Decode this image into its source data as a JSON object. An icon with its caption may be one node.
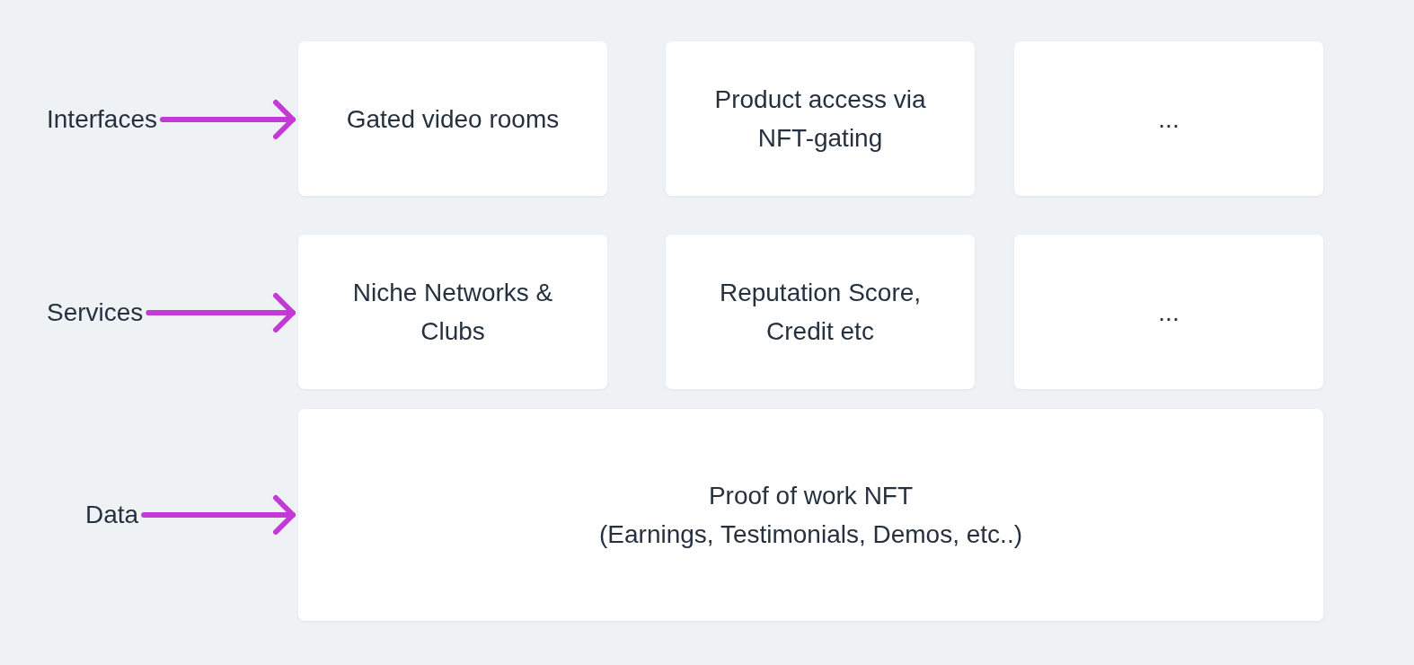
{
  "diagram": {
    "nodes": [
      {
        "text": [
          "Interfaces"
        ]
      },
      {
        "text": [
          "Gated video rooms"
        ]
      },
      {
        "text": [
          "Product access via NFT-gating"
        ]
      },
      {
        "text": [
          "..."
        ]
      },
      {
        "text": [
          "Services"
        ]
      },
      {
        "text": [
          "Niche Networks & Clubs"
        ]
      },
      {
        "text": [
          "Reputation Score, Credit etc"
        ]
      },
      {
        "text": [
          "..."
        ]
      },
      {
        "text": [
          "Data"
        ]
      },
      {
        "text": [
          "Proof of work NFT",
          "(Earnings, Testimonials, Demos, etc..)"
        ]
      }
    ],
    "edges": [
      {
        "from": 0,
        "to": 1,
        "arrow": "to"
      },
      {
        "from": 4,
        "to": 5,
        "arrow": "to"
      },
      {
        "from": 8,
        "to": 9,
        "arrow": "to"
      }
    ]
  }
}
